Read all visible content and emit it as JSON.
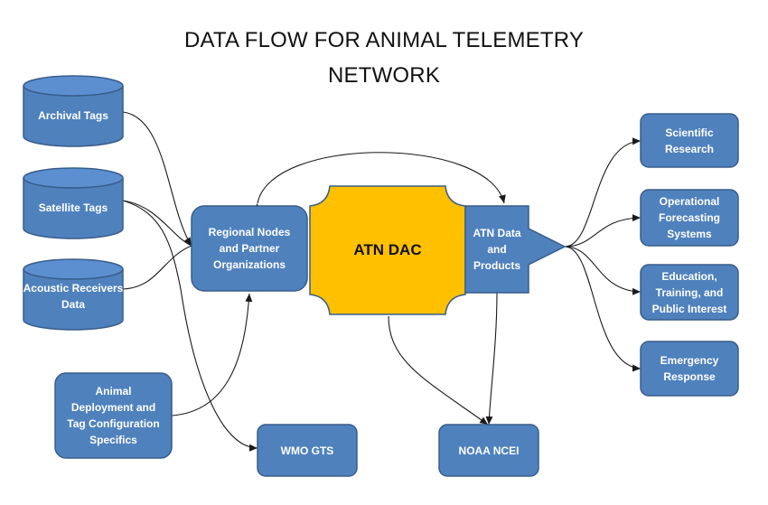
{
  "title": {
    "line1": "DATA FLOW FOR ANIMAL TELEMETRY",
    "line2": "NETWORK"
  },
  "sources": {
    "archival_tags": "Archival Tags",
    "satellite_tags": "Satellite Tags",
    "acoustic_receivers": "Acoustic Receivers\nData",
    "deployment_specifics": "Animal\nDeployment and\nTag Configuration\nSpecifics"
  },
  "hub": {
    "regional_nodes": "Regional Nodes\nand Partner\nOrganizations",
    "atn_dac": "ATN DAC",
    "atn_data_products": "ATN Data\nand\nProducts"
  },
  "destinations": {
    "wmo_gts": "WMO GTS",
    "noaa_ncei": "NOAA NCEI"
  },
  "outputs": {
    "scientific_research": "Scientific\nResearch",
    "operational_forecasting": "Operational\nForecasting\nSystems",
    "education": "Education,\nTraining, and\nPublic Interest",
    "emergency_response": "Emergency\nResponse"
  },
  "colors": {
    "box_fill": "#4f81bd",
    "box_stroke": "#385d8a",
    "dac_fill": "#ffc000",
    "line": "#1a1a1a"
  }
}
